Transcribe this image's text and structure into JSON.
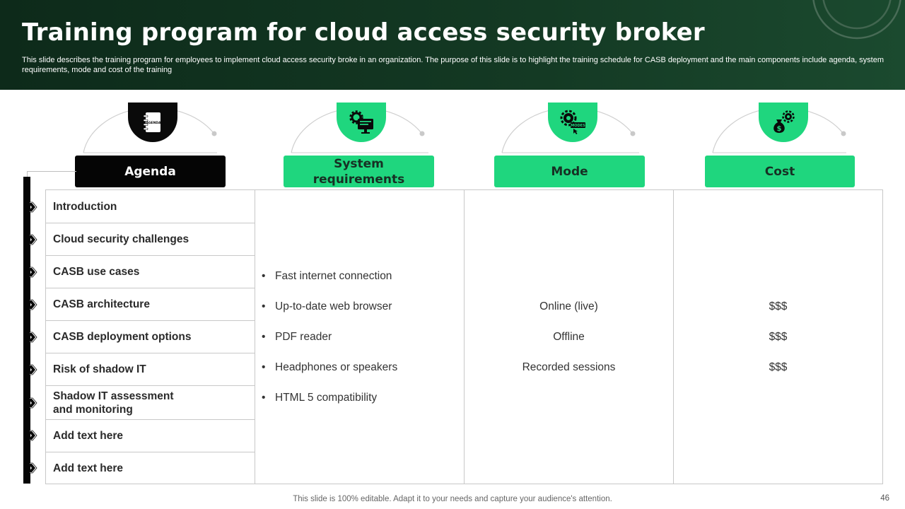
{
  "slide": {
    "title": "Training program for cloud access security broker",
    "subtitle": "This slide describes the training program for employees to implement cloud access security broke in an organization. The purpose of this slide is to highlight the training schedule for CASB deployment and the main components include agenda, system requirements, mode and cost of the training",
    "footer": "This slide is 100% editable. Adapt it to your needs and capture your audience's attention.",
    "page_number": "46"
  },
  "columns": [
    {
      "label": "Agenda",
      "icon": "agenda-notebook-icon"
    },
    {
      "label": "System requirements",
      "icon": "gear-monitor-icon"
    },
    {
      "label": "Mode",
      "icon": "gear-modes-icon"
    },
    {
      "label": "Cost",
      "icon": "money-bag-gear-icon"
    }
  ],
  "icon_text": {
    "agenda": "AGENDA",
    "modes": "MODES"
  },
  "agenda_items": [
    "Introduction",
    "Cloud security challenges",
    "CASB use cases",
    "CASB architecture",
    "CASB deployment options",
    "Risk of shadow IT",
    "Shadow IT assessment and monitoring",
    "Add text here",
    "Add text here"
  ],
  "system_requirements": [
    "Fast internet connection",
    "Up-to-date web browser",
    "PDF reader",
    "Headphones or speakers",
    "HTML 5 compatibility"
  ],
  "modes": [
    "Online (live)",
    "Offline",
    "Recorded sessions"
  ],
  "costs": [
    "$$$",
    "$$$",
    "$$$"
  ],
  "bullet_glyph": "•",
  "colors": {
    "accent_green": "#1fd67e",
    "header_bg": "#143a24",
    "dark": "#050505"
  }
}
